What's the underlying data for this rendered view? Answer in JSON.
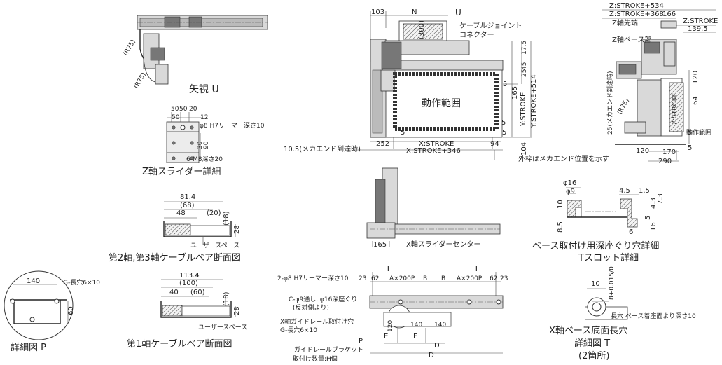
{
  "labels": {
    "view_u": "矢視 U",
    "z_slider_detail": "Z軸スライダー詳細",
    "cable_bear_23": "第2軸,第3軸ケーブルベア断面図",
    "cable_bear_1": "第1軸ケーブルベア断面図",
    "detail_p": "詳細図 P",
    "base_counterbore_1": "ベース取付け用深座ぐり穴詳細",
    "base_counterbore_2": "Tスロット詳細",
    "x_base_slot_1": "X軸ベース底面長穴",
    "x_base_slot_2": "詳細図 T",
    "x_base_slot_3": "(2箇所)",
    "x_slider_center": "X軸スライダーセンター",
    "user_space_a": "ユーザースペース",
    "user_space_b": "ユーザースペース",
    "operating_range": "動作範囲",
    "operating_range_small": "動作範囲",
    "cable_joint_1": "ケーブルジョイント",
    "cable_joint_2": "コネクター",
    "outer_frame_note": "外枠はメカエンド位置を示す",
    "mech_end_left": "10.5(メカエンド到達時)",
    "mech_end_right": "25(メカエンド到達時)",
    "z_tip": "Z軸先端",
    "z_base": "Z軸ベース部",
    "reamer_z": "φ8 H7リーマー深さ10",
    "m8_depth": "6-M8深さ20",
    "reamer_base": "2-φ8 H7リーマー深さ10",
    "c_holes_1": "C-φ9通し, φ16深座ぐり",
    "c_holes_2": "(反対側より)",
    "x_guide_1": "X軸ガイドレール取付け穴",
    "x_guide_2": "G-長穴6×10",
    "g_slot_p": "G-長穴6×10",
    "bracket_1": "ガイドレールブラケット",
    "bracket_2": "取付け数量:H個",
    "slot_note": "長穴 ベース着座面より深さ10"
  },
  "dims": {
    "d103": "103",
    "dN": "N",
    "d300": "(300)",
    "dU": "U",
    "d5a": "5",
    "d5b": "5",
    "d5c": "5",
    "d5d": "5",
    "d252": "252",
    "d94": "94",
    "dxstroke": "X:STROKE",
    "dxstroke346": "X:STROKE+346",
    "d165": "165",
    "dystroke": "Y:STROKE",
    "dystroke514": "Y:STROKE+514",
    "d104": "104",
    "d17_5": "17.5",
    "d45": "45",
    "d25": "25",
    "dz534": "Z:STROKE+534",
    "dz368": "Z:STROKE+368",
    "d166": "166",
    "dzstroke": "Z:STROKE",
    "d139_5": "139.5",
    "d120a": "120",
    "d64": "64",
    "d5e": "5",
    "d5f": "5",
    "d120b": "120",
    "d170": "170",
    "d290": "290",
    "r75a": "(R75)",
    "r75b": "(R75)",
    "r75c": "(R75)",
    "d50": "50",
    "d50b": "50",
    "d20": "20",
    "d50c": "50",
    "d12": "12",
    "d30": "30",
    "d90": "90",
    "d81_4": "81.4",
    "d68": "(68)",
    "d48": "48",
    "d20p": "(20)",
    "d18": "(18)",
    "d28": "28",
    "d113_4": "113.4",
    "d100": "(100)",
    "d40": "40",
    "d60p": "(60)",
    "d18b": "(18)",
    "d28b": "28",
    "d140": "140",
    "d60": "60",
    "d165b": "165",
    "dphi16": "φ16",
    "dphi9": "φ9",
    "d10": "10",
    "d8_5": "8.5",
    "d4_5": "4.5",
    "d1_5": "1.5",
    "d4_3": "4.3",
    "d7_3": "7.3",
    "d5g": "5",
    "d6": "6",
    "d16": "16",
    "dT1": "T",
    "dT2": "T",
    "d23": "23",
    "d62": "62",
    "dA200": "A×200P",
    "dB1": "B",
    "dB2": "B",
    "dA200b": "A×200P",
    "d62b": "62",
    "d23b": "23",
    "d140b": "140",
    "d140c": "140",
    "d120c": "120",
    "dE": "E",
    "dF": "F",
    "dD1": "D",
    "dD2": "D",
    "dP": "P",
    "d10b": "10",
    "d8tol": "8+0.015/0",
    "d10tol": "10"
  }
}
